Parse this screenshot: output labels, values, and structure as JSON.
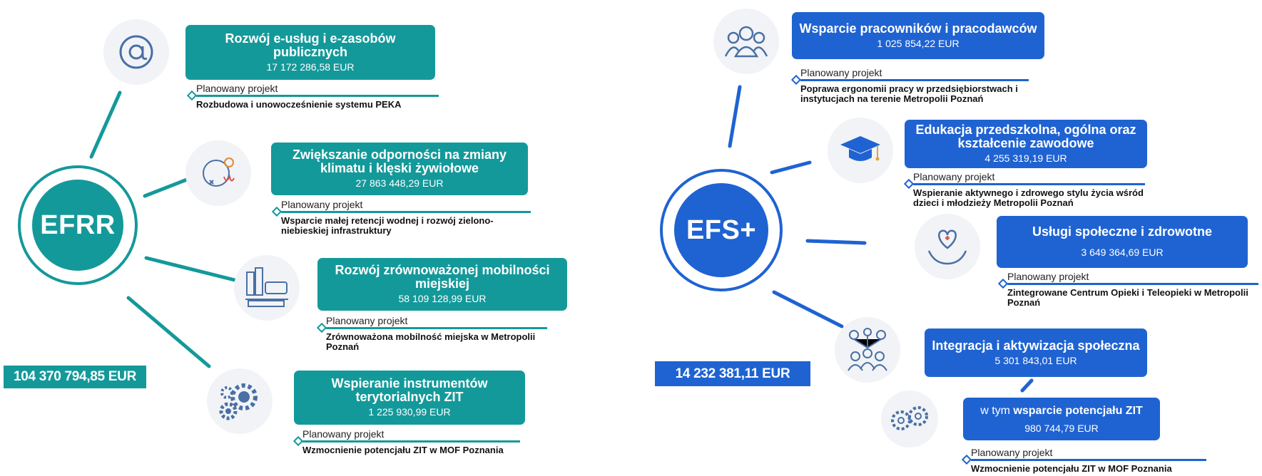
{
  "colors": {
    "efrr": "#14999a",
    "efs": "#1f63d2"
  },
  "efrr": {
    "hub_label": "EFRR",
    "total": "104 370 794,85 EUR",
    "items": [
      {
        "title": "Rozwój e-usług i e-zasobów publicznych",
        "amount": "17 172 286,58 EUR",
        "planned_label": "Planowany projekt",
        "project": "Rozbudowa i unowocześnienie systemu PEKA",
        "icon": "at-sign-icon"
      },
      {
        "title": "Zwiększanie odporności na zmiany klimatu i klęski żywiołowe",
        "amount": "27 863 448,29 EUR",
        "planned_label": "Planowany projekt",
        "project": "Wsparcie małej retencji wodnej i rozwój zielono-niebieskiej infrastruktury",
        "icon": "climate-icon"
      },
      {
        "title": "Rozwój zrównoważonej mobilności miejskiej",
        "amount": "58 109 128,99 EUR",
        "planned_label": "Planowany projekt",
        "project": "Zrównoważona mobilność miejska w Metropolii Poznań",
        "icon": "city-tram-icon"
      },
      {
        "title": "Wspieranie instrumentów terytorialnych ZIT",
        "amount": "1 225 930,99 EUR",
        "planned_label": "Planowany projekt",
        "project": "Wzmocnienie potencjału ZIT w MOF Poznania",
        "icon": "gears-person-icon"
      }
    ]
  },
  "efs": {
    "hub_label": "EFS+",
    "total": "14 232 381,11 EUR",
    "items": [
      {
        "title": "Wsparcie pracowników i pracodawców",
        "amount": "1 025 854,22 EUR",
        "planned_label": "Planowany projekt",
        "project": "Poprawa ergonomii pracy w przedsiębiorstwach i instytucjach na terenie Metropolii Poznań",
        "icon": "people-group-icon"
      },
      {
        "title": "Edukacja przedszkolna, ogólna oraz kształcenie zawodowe",
        "amount": "4 255 319,19 EUR",
        "planned_label": "Planowany projekt",
        "project": "Wspieranie aktywnego i zdrowego stylu życia wśród dzieci i młodzieży Metropolii Poznań",
        "icon": "graduation-cap-icon"
      },
      {
        "title": "Usługi społeczne i zdrowotne",
        "amount": "3 649 364,69 EUR",
        "planned_label": "Planowany projekt",
        "project": "Zintegrowane Centrum Opieki i Teleopieki w Metropolii Poznań",
        "icon": "hands-heart-icon"
      },
      {
        "title": "Integracja i aktywizacja społeczna",
        "amount": "5 301 843,01  EUR",
        "icon": "network-people-icon"
      }
    ],
    "sub_item": {
      "title_prefix": "w tym ",
      "title_bold": "wsparcie potencjału ZIT",
      "amount": "980 744,79 EUR",
      "planned_label": "Planowany projekt",
      "project": "Wzmocnienie potencjału ZIT w MOF Poznania",
      "icon": "gears-people-icon"
    }
  }
}
